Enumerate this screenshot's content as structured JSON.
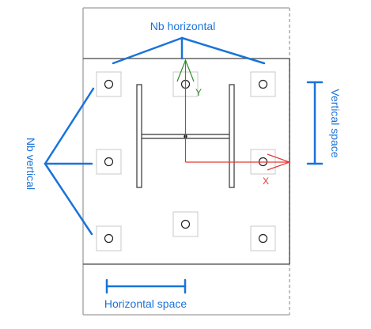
{
  "labels": {
    "nb_horizontal": "Nb horizontal",
    "nb_vertical": "Nb vertical",
    "vertical_space": "Vertical space",
    "horizontal_space": "Horizontal space",
    "axis_x": "X",
    "axis_y": "Y"
  },
  "colors": {
    "annotation": "#1a73d9",
    "axis_x": "#e53935",
    "axis_y": "#2e8b2e",
    "outline": "#808080",
    "plate_edge": "#444444",
    "anchor_box": "#bdbdbd"
  },
  "anchors": {
    "columns": 3,
    "rows": 3,
    "bottom_middle_extra": true
  }
}
